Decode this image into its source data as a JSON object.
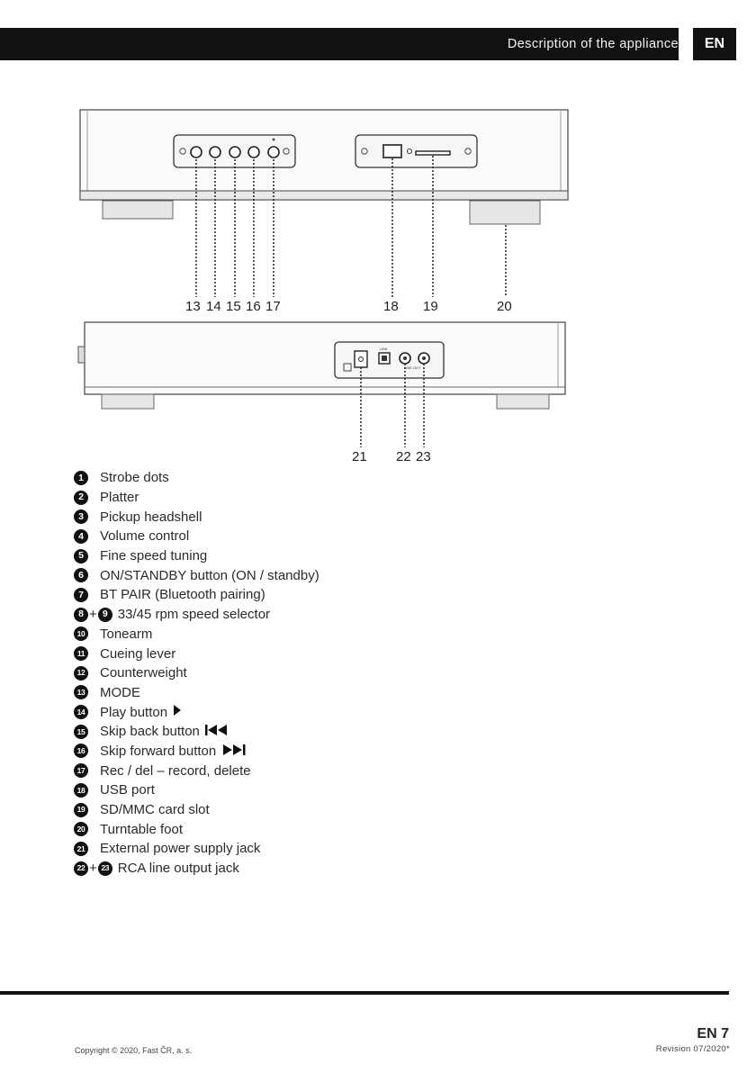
{
  "header": {
    "title": "Description of the appliance",
    "lang": "EN"
  },
  "diagram": {
    "top_view_labels": [
      "13",
      "14",
      "15",
      "16",
      "17",
      "18",
      "19",
      "20"
    ],
    "rear_view_labels": [
      "21",
      "22",
      "23"
    ],
    "usb_text": "USB",
    "line_out_text": "LINE OUT"
  },
  "legend": [
    {
      "badges": [
        "1"
      ],
      "text": "Strobe dots"
    },
    {
      "badges": [
        "2"
      ],
      "text": "Platter"
    },
    {
      "badges": [
        "3"
      ],
      "text": "Pickup headshell"
    },
    {
      "badges": [
        "4"
      ],
      "text": "Volume control"
    },
    {
      "badges": [
        "5"
      ],
      "text": "Fine speed tuning"
    },
    {
      "badges": [
        "6"
      ],
      "text": "ON/STANDBY button (ON / standby)"
    },
    {
      "badges": [
        "7"
      ],
      "text": "BT PAIR (Bluetooth pairing)"
    },
    {
      "badges": [
        "8",
        "9"
      ],
      "text": "33/45 rpm speed selector"
    },
    {
      "badges": [
        "10"
      ],
      "text": "Tonearm"
    },
    {
      "badges": [
        "11"
      ],
      "text": "Cueing lever"
    },
    {
      "badges": [
        "12"
      ],
      "text": "Counterweight"
    },
    {
      "badges": [
        "13"
      ],
      "text": "MODE"
    },
    {
      "badges": [
        "14"
      ],
      "text": "Play button",
      "icon": "play-icon"
    },
    {
      "badges": [
        "15"
      ],
      "text": "Skip back button",
      "icon": "skip-back-icon"
    },
    {
      "badges": [
        "16"
      ],
      "text": "Skip forward button",
      "icon": "skip-forward-icon"
    },
    {
      "badges": [
        "17"
      ],
      "text": "Rec / del – record, delete"
    },
    {
      "badges": [
        "18"
      ],
      "text": "USB port"
    },
    {
      "badges": [
        "19"
      ],
      "text": "SD/MMC card slot"
    },
    {
      "badges": [
        "20"
      ],
      "text": "Turntable foot"
    },
    {
      "badges": [
        "21"
      ],
      "text": "External power supply jack"
    },
    {
      "badges": [
        "22",
        "23"
      ],
      "text": "RCA line output jack"
    }
  ],
  "footer": {
    "page": "EN 7",
    "copyright": "Copyright © 2020, Fast ČR, a. s.",
    "revision": "Revision 07/2020*"
  }
}
